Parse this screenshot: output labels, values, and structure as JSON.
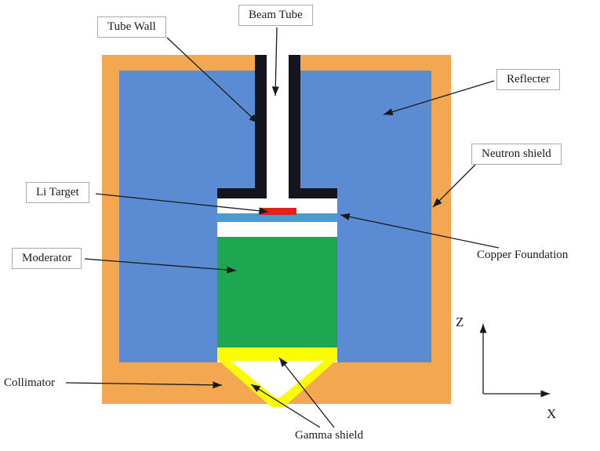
{
  "labels": {
    "beam_tube": "Beam Tube",
    "tube_wall": "Tube Wall",
    "reflecter": "Reflecter",
    "neutron_shield": "Neutron shield",
    "li_target": "Li Target",
    "moderator": "Moderator",
    "copper_foundation": "Copper Foundation",
    "collimator": "Collimator",
    "gamma_shield": "Gamma shield"
  },
  "axes": {
    "vertical": "Z",
    "horizontal": "X"
  },
  "colors": {
    "neutron_shield": "#F2A750",
    "reflector": "#5B8CD3",
    "tube_wall": "#15151E",
    "moderator": "#1EA750",
    "gamma_shield": "#FCFC00",
    "li_target": "#E3211B",
    "copper_foundation": "#4A9CCE",
    "cavity": "#FFFFFF",
    "line": "#1A1A1A"
  }
}
